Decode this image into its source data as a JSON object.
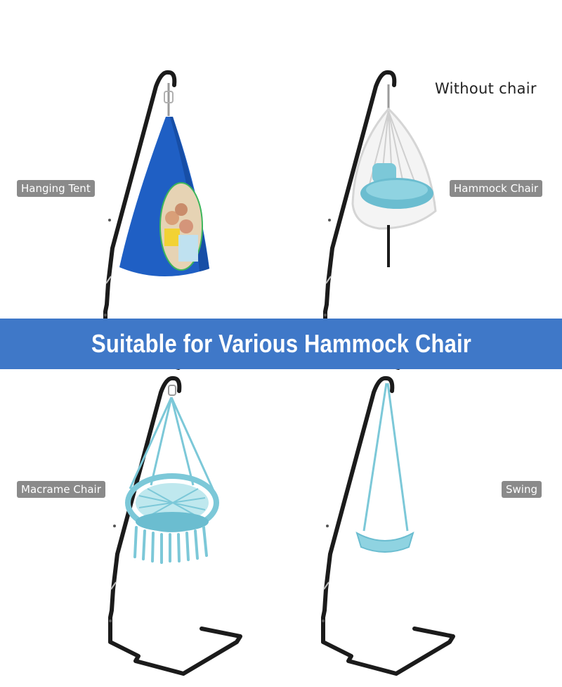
{
  "banner": {
    "text": "Suitable for Various Hammock Chair",
    "color": "#3f78c8"
  },
  "note": "Without chair",
  "panels": [
    {
      "label": "Hanging Tent",
      "item": "hanging-tent"
    },
    {
      "label": "Hammock Chair",
      "item": "egg-chair"
    },
    {
      "label": "Macrame Chair",
      "item": "macrame-chair"
    },
    {
      "label": "Swing",
      "item": "swing-seat"
    }
  ],
  "colors": {
    "frame": "#1b1b1b",
    "tent": "#1f5fc4",
    "aqua": "#7cc8d8",
    "label_bg": "#8a8a8a"
  }
}
